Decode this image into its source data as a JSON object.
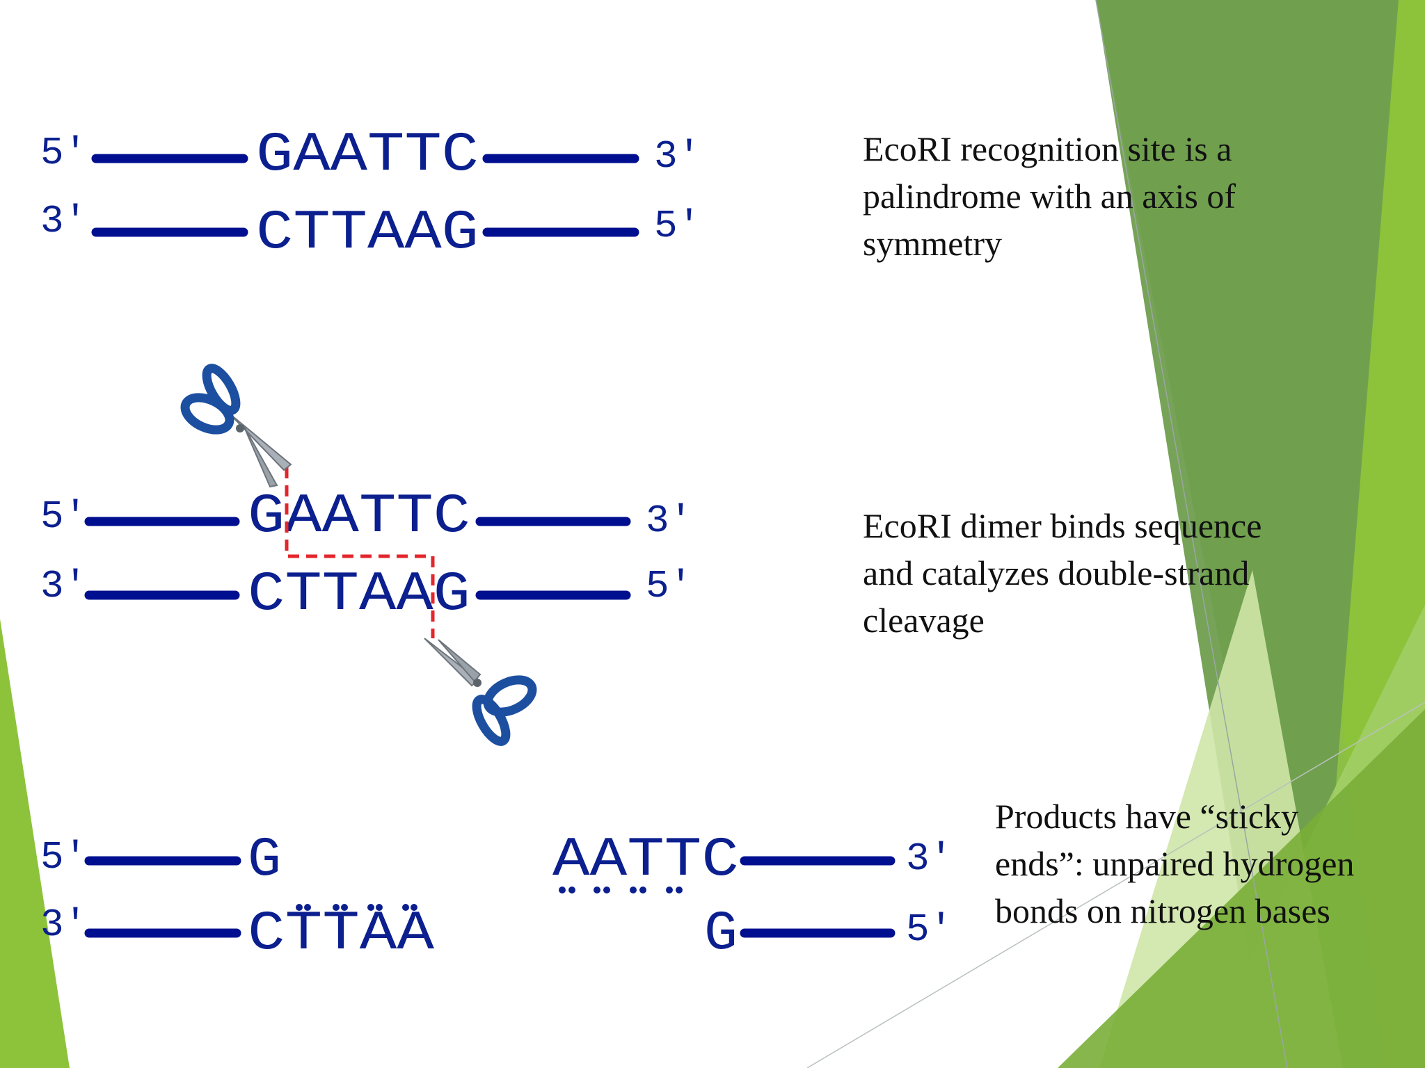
{
  "colors": {
    "strand": "#000f8f",
    "sequence_text": "#0b1f8f",
    "cut_line": "#e3262b",
    "scissors_handle": "#1c4fa0",
    "green_dark": "#70a44f",
    "green_mid": "#8fc43c",
    "green_light": "#c9e4a2"
  },
  "panel1": {
    "top": {
      "left_end": "5′",
      "sequence": "GAATTC",
      "right_end": "3′"
    },
    "bottom": {
      "left_end": "3′",
      "sequence": "CTTAAG",
      "right_end": "5′"
    },
    "caption_lines": [
      "EcoRI recognition site is a",
      "palindrome with an axis of",
      "symmetry"
    ]
  },
  "panel2": {
    "top": {
      "left_end": "5′",
      "sequence": "GAATTC",
      "right_end": "3′"
    },
    "bottom": {
      "left_end": "3′",
      "sequence": "CTTAAG",
      "right_end": "5′"
    },
    "icons": [
      "scissors-icon",
      "scissors-icon"
    ],
    "caption_lines": [
      "EcoRI dimer binds sequence",
      "and catalyzes double-strand",
      "cleavage"
    ]
  },
  "panel3": {
    "left_fragment": {
      "top": {
        "left_end": "5′",
        "sequence": "G"
      },
      "bottom": {
        "left_end": "3′",
        "sequence": "CTTAA"
      }
    },
    "right_fragment": {
      "top": {
        "sequence": "AATTC",
        "right_end": "3′"
      },
      "bottom": {
        "sequence": "G",
        "right_end": "5′"
      }
    },
    "caption_lines": [
      "Products have “sticky",
      "ends”: unpaired hydrogen",
      "bonds on nitrogen bases"
    ]
  }
}
